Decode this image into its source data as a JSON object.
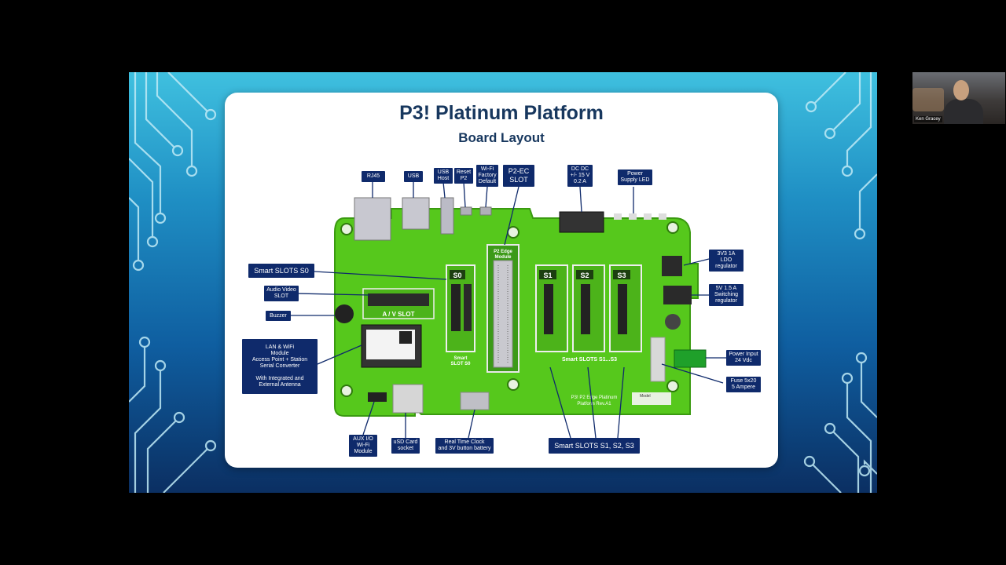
{
  "presenter": {
    "name": "Ken Gracey"
  },
  "slide": {
    "title": "P3! Platinum Platform",
    "subtitle": "Board Layout"
  },
  "labels": {
    "rj45": "RJ45",
    "usb": "USB",
    "usb_host": "USB\nHost",
    "reset_p2": "Reset\nP2",
    "wifi_factory_default": "Wi-Fi\nFactory\nDefault",
    "p2ec_slot": "P2-EC\nSLOT",
    "dcdc": "DC DC\n+/- 15 V\n0.2 A",
    "power_led": "Power\nSupply LED",
    "smart_slots_s0": "Smart SLOTS S0",
    "audio_video_slot": "Audio Video\nSLOT",
    "buzzer": "Buzzer",
    "lan_wifi": "LAN & WiFi\nModule\nAccess Point  + Station\nSerial Converter\n\nWith Integrated and\nExternal Antenna",
    "ldo": "3V3 1A\nLDO\nregulator",
    "switching": "5V 1.5 A\nSwitching\nregulator",
    "power_input": "Power Input\n24 Vdc",
    "fuse": "Fuse 5x20\n5 Ampere",
    "aux_io": "AUX I/O\nWi-Fi\nModule",
    "usd_card": "uSD Card\nsocket",
    "rtc": "Real Time Clock\nand 3V button battery",
    "smart_slots_s123": "Smart SLOTS S1, S2, S3"
  },
  "board_text": {
    "av_slot": "A / V SLOT",
    "s0": "S0",
    "s1": "S1",
    "s2": "S2",
    "s3": "S3",
    "smart_slot_s0": "Smart\nSLOT S0",
    "smart_slots_s1_s3": "Smart SLOTS S1...S3",
    "p2_edge_module": "P2 Edge\nModule",
    "platform_rev": "P3! P2 Edge Platinum\nPlatform Rev.A1",
    "model": "Model"
  }
}
